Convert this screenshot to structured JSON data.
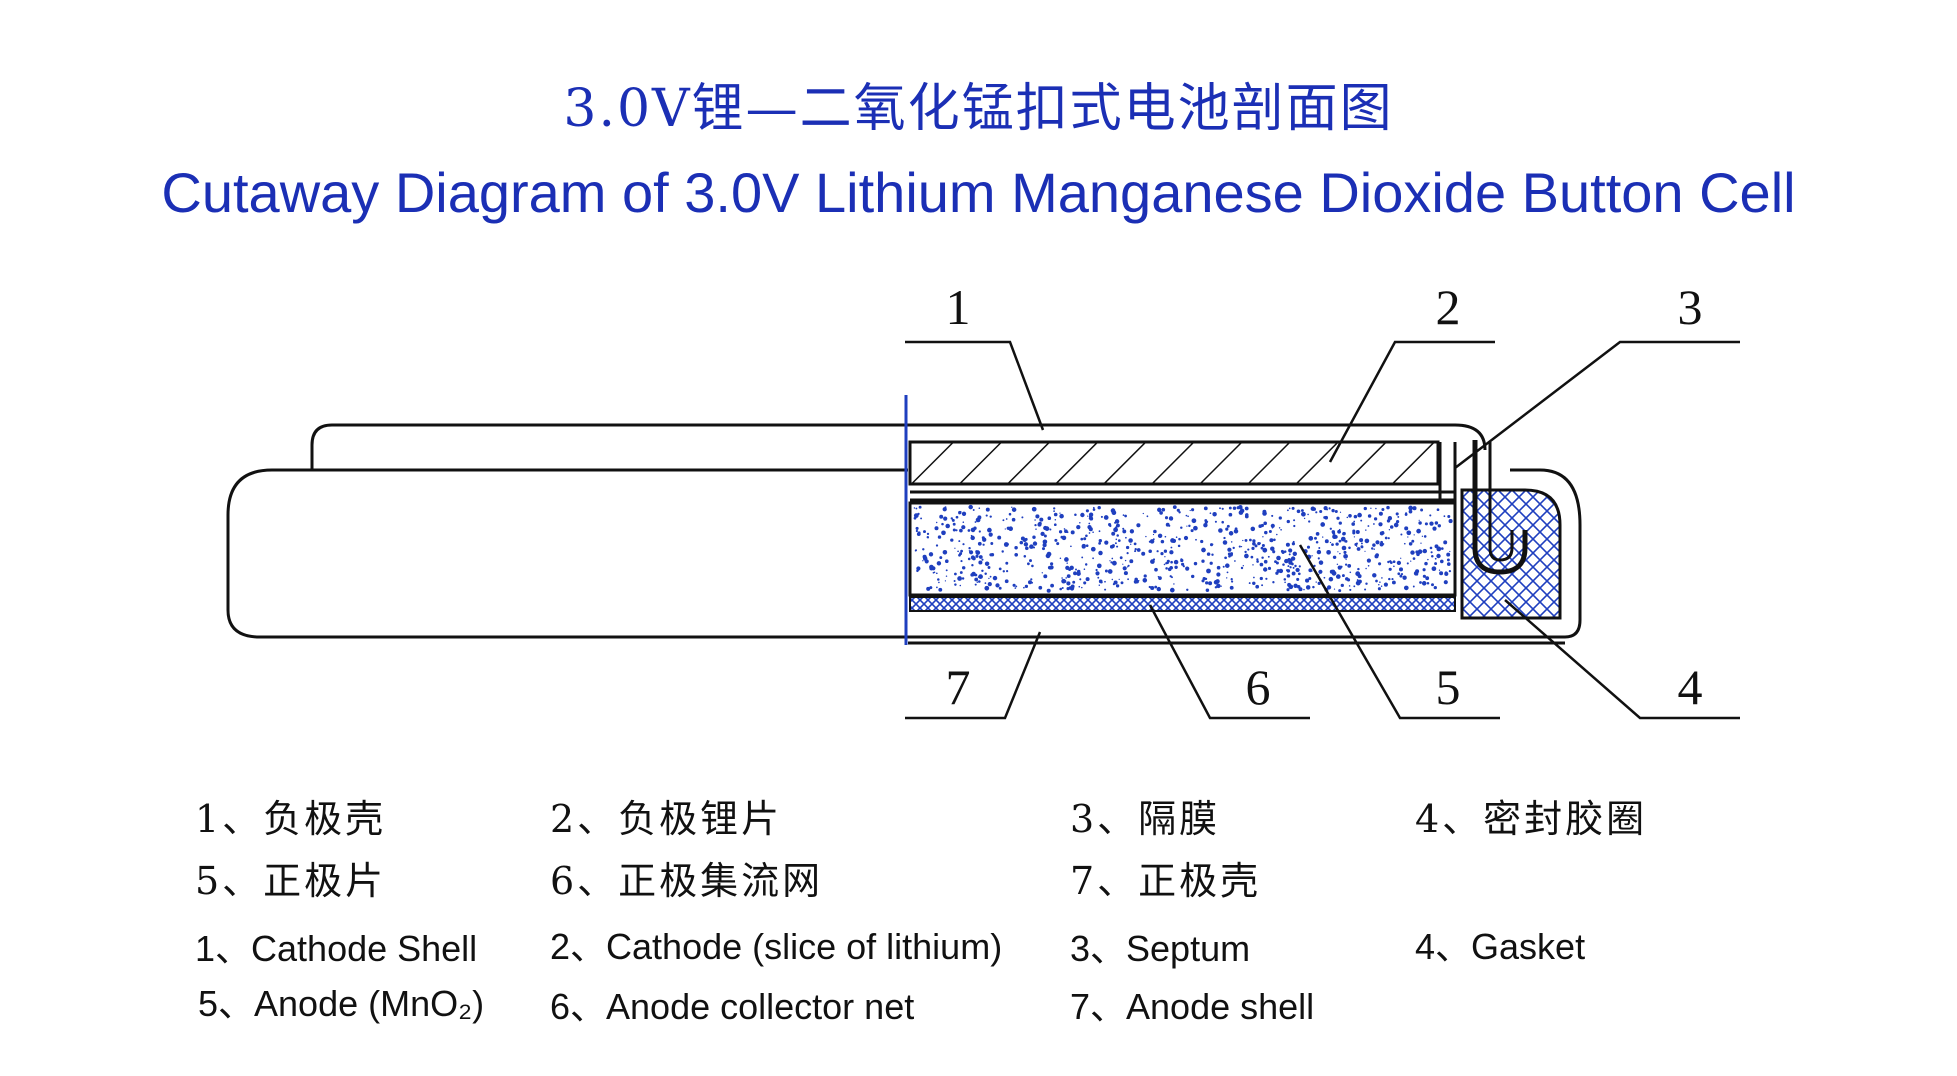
{
  "title_cn": "3.0V锂—二氧化锰扣式电池剖面图",
  "title_en": "Cutaway Diagram of 3.0V Lithium Manganese Dioxide Button Cell",
  "callouts": [
    "1",
    "2",
    "3",
    "4",
    "5",
    "6",
    "7"
  ],
  "legend_cn": [
    "1、负极壳",
    "2、负极锂片",
    "3、隔膜",
    "4、密封胶圈",
    "5、正极片",
    "6、正极集流网",
    "7、正极壳"
  ],
  "legend_en": [
    "1、Cathode Shell",
    "2、Cathode (slice of lithium)",
    "3、Septum",
    "4、Gasket",
    "5、Anode (MnO₂)",
    "6、Anode collector net",
    "7、Anode shell"
  ],
  "colors": {
    "title": "#1b2fb5",
    "speckle": "#1f3fbf",
    "line": "#111111"
  }
}
